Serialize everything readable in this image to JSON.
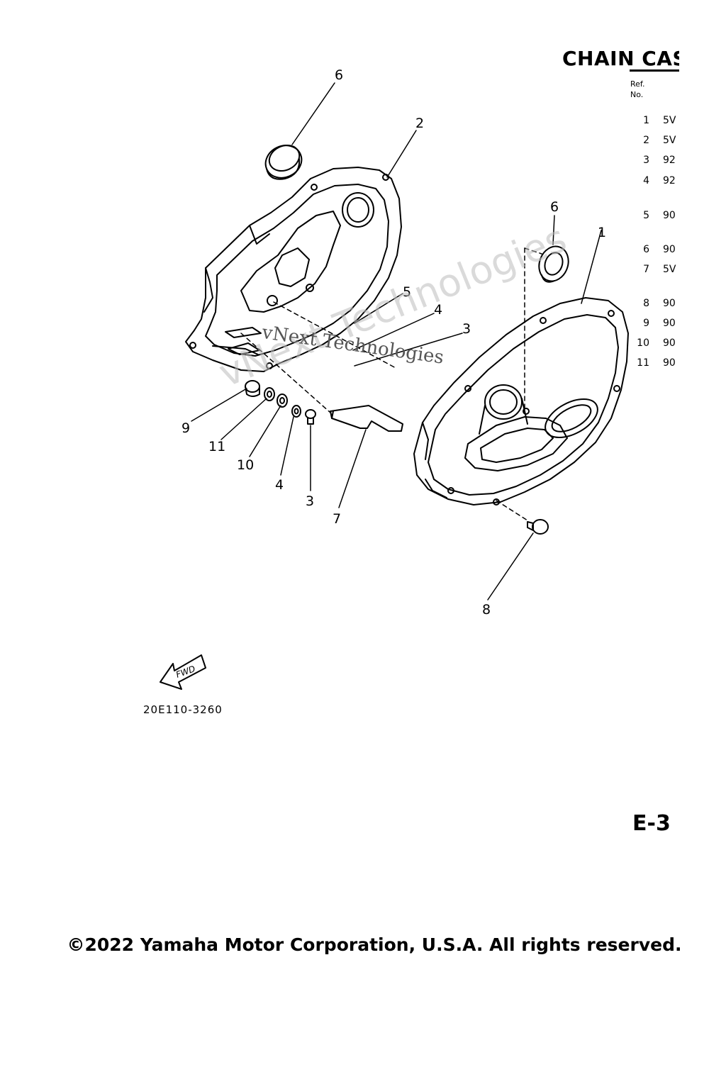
{
  "header": {
    "title": "CHAIN CAS",
    "ref_label": "Ref.",
    "no_label": "No."
  },
  "parts": [
    {
      "ref": "1",
      "part_no": "5V"
    },
    {
      "ref": "2",
      "part_no": "5V"
    },
    {
      "ref": "3",
      "part_no": "92"
    },
    {
      "ref": "4",
      "part_no": "92"
    },
    {
      "ref": "5",
      "part_no": "90"
    },
    {
      "ref": "6",
      "part_no": "90"
    },
    {
      "ref": "7",
      "part_no": "5V"
    },
    {
      "ref": "8",
      "part_no": "90"
    },
    {
      "ref": "9",
      "part_no": "90"
    },
    {
      "ref": "10",
      "part_no": "90"
    },
    {
      "ref": "11",
      "part_no": "90"
    }
  ],
  "callouts": {
    "c6_top": "6",
    "c2": "2",
    "c6_right": "6",
    "c1": "1",
    "c5": "5",
    "c4_top": "4",
    "c3_top": "3",
    "c9": "9",
    "c11": "11",
    "c10": "10",
    "c4_bottom": "4",
    "c3_bottom": "3",
    "c7": "7",
    "c8": "8"
  },
  "fwd_label": "FWD",
  "diagram_code": "20E110-3260",
  "page_id": "E-3",
  "copyright": "©2022 Yamaha Motor Corporation, U.S.A. All rights reserved.",
  "watermarks": {
    "large": "vNext Technologies",
    "small": "vNext Technologies"
  }
}
